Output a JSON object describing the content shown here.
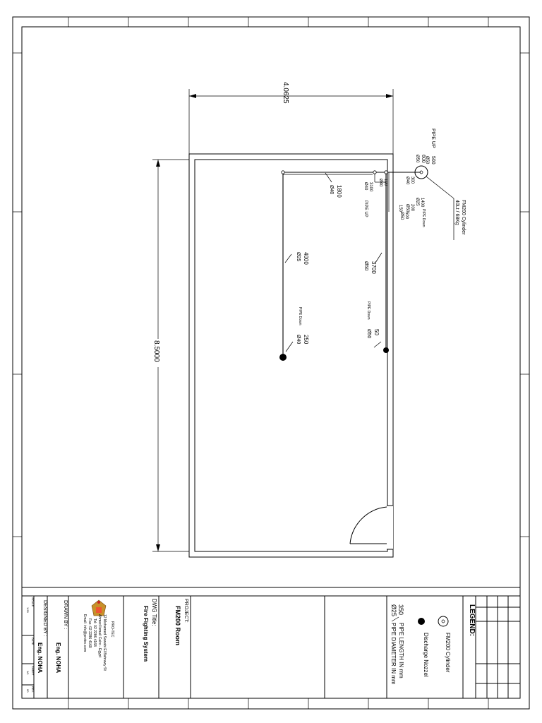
{
  "dimensions": {
    "width_dim": "4.0625",
    "length_dim": "8.5000"
  },
  "pipes": {
    "pipe_up_1": "PIPE UP",
    "pipe_up_1_length": "500",
    "pipe_up_1_dia": "Ø50",
    "seg_600": "600",
    "seg_600_dia": "Ø50",
    "seg_100": "100",
    "seg_100_dia": "Ø40",
    "seg_300": "300",
    "seg_300_dia": "Ø40",
    "seg_1400": "1400",
    "seg_1400_dia": "Ø25",
    "seg_1400_note": "PIPE Down",
    "seg_200": "200",
    "seg_200_dia": "Ø50",
    "seg_500": "500",
    "seg_500_dia": "Ø50",
    "seg_150": "150",
    "pipe_up_2": "PIPE UP",
    "pipe_up_2_length": "3100",
    "pipe_up_2_dia": "Ø40",
    "seg_1800": "1800",
    "seg_1800_dia": "Ø40",
    "seg_4000": "4000",
    "seg_4000_dia": "Ø25",
    "seg_3700": "3700",
    "seg_3700_dia": "Ø50",
    "drop_1": "PIPE Down",
    "drop_1_length": "250",
    "drop_1_dia": "Ø40",
    "drop_2": "PIPE Down",
    "drop_2_length": "50",
    "drop_2_dia": "Ø50"
  },
  "cylinder": {
    "label": "FM200 Cylinder",
    "spec": "40Lt / 68Kg"
  },
  "legend": {
    "title": "LEGEND:",
    "cylinder": "FM200 Cylinder",
    "nozzle": "Discharge Nozzel",
    "length_sample": "350",
    "length_text": "PIPE LENGTH IN mm",
    "dia_sample": "Ø25",
    "dia_text": "PIPE DIAMETER IN mm"
  },
  "title_block": {
    "project_label": "PROJECT:",
    "project_value": "FM200 Room",
    "dwg_label": "DWG Title:",
    "dwg_value": "Fire Fighting System",
    "company": "PRO-TEC",
    "address1": "12 Mohamed Sawabi El Bahrawy St",
    "address2": "Ahmed Ismail Cairo - Egypt",
    "tel": "Tel: 02 2286 4168",
    "fax": "Fax: 02 2286 4169",
    "email": "Email: info@protec.com",
    "drawn_label": "DRAWN BY :",
    "drawn_value": "Eng. NOHA",
    "designed_label": "DESIGNED BY :",
    "designed_value": "Eng. NOHA",
    "scale_label": "SCALE",
    "scale_value": "1:50",
    "date_label": "DATE",
    "sheet_label": "SHEET",
    "sheet_value": "1/1",
    "rev_label": "REV.",
    "rev_value": "00"
  }
}
